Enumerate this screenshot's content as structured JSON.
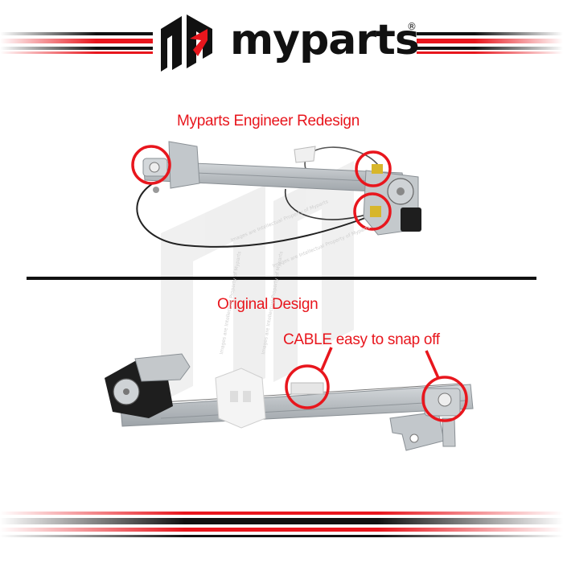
{
  "brand": {
    "name": "myparts",
    "registered_mark": "®"
  },
  "top_section": {
    "title": "Myparts Engineer Redesign"
  },
  "bottom_section": {
    "title": "Original Design",
    "callout": "CABLE easy to snap off"
  },
  "watermark": {
    "text": "Images are Intellectual Property of Myparts"
  },
  "colors": {
    "accent_red": "#e8161d",
    "stripe_black": "#111111",
    "frame_gray": "#b9bec2",
    "motor_black": "#1e1e1e"
  },
  "icons": {
    "logo": "myparts-logo-icon",
    "highlight": "red-circle-highlight"
  }
}
